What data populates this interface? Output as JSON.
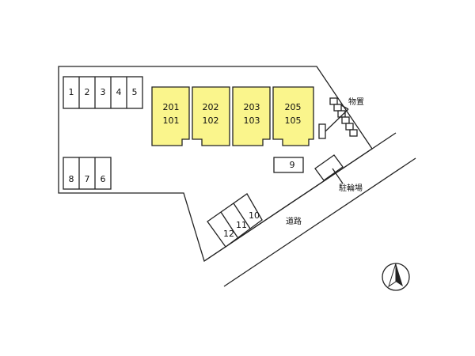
{
  "units": [
    {
      "upper": "201",
      "lower": "101"
    },
    {
      "upper": "202",
      "lower": "102"
    },
    {
      "upper": "203",
      "lower": "103"
    },
    {
      "upper": "205",
      "lower": "105"
    }
  ],
  "parking_top": [
    "1",
    "2",
    "3",
    "4",
    "5"
  ],
  "parking_left": [
    "8",
    "7",
    "6"
  ],
  "parking_single": "9",
  "parking_diagonal": [
    "12",
    "11",
    "10"
  ],
  "labels": {
    "storage": "物置",
    "bicycle_parking": "駐輪場",
    "road": "道路"
  },
  "colors": {
    "building_fill": "#faf58c",
    "line": "#222222",
    "background": "#ffffff"
  },
  "icons": {
    "north": "north-arrow-icon"
  }
}
